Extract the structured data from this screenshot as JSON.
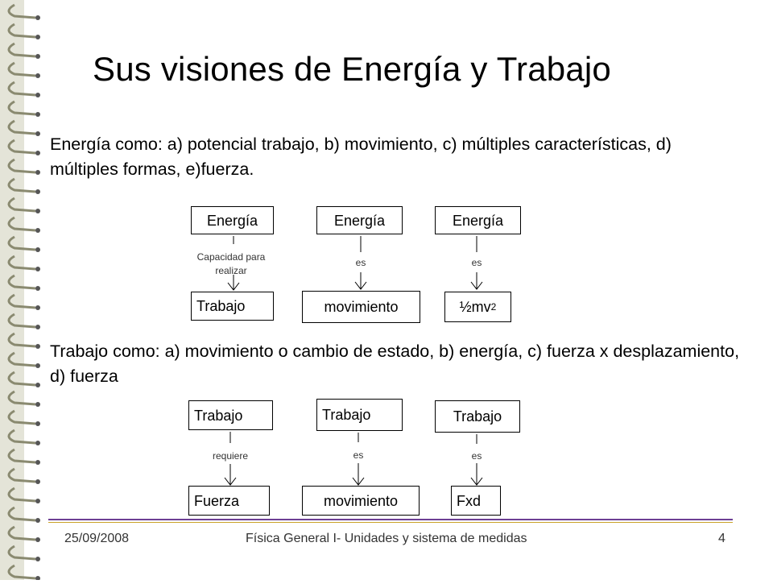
{
  "title": "Sus visiones de Energía y Trabajo",
  "energia_paragraph": "Energía como: a) potencial trabajo, b) movimiento, c) múltiples características, d) múltiples formas, e)fuerza.",
  "trabajo_paragraph": "Trabajo como: a) movimiento o cambio de estado, b) energía, c) fuerza x desplazamiento, d) fuerza",
  "energia_maps": [
    {
      "top": "Energía",
      "relation_line1": "Capacidad para",
      "relation_line2": "realizar",
      "bottom": "Trabajo"
    },
    {
      "top": "Energía",
      "relation": "es",
      "bottom": "movimiento"
    },
    {
      "top": "Energía",
      "relation": "es",
      "bottom_base": "½mv",
      "bottom_exp": "2"
    }
  ],
  "trabajo_maps": [
    {
      "top": "Trabajo",
      "relation": "requiere",
      "bottom": "Fuerza"
    },
    {
      "top": "Trabajo",
      "relation": "es",
      "bottom": "movimiento"
    },
    {
      "top": "Trabajo",
      "relation": "es",
      "bottom": "Fxd"
    }
  ],
  "footer": {
    "date": "25/09/2008",
    "course": "Física General I- Unidades y sistema de medidas",
    "page": "4"
  }
}
